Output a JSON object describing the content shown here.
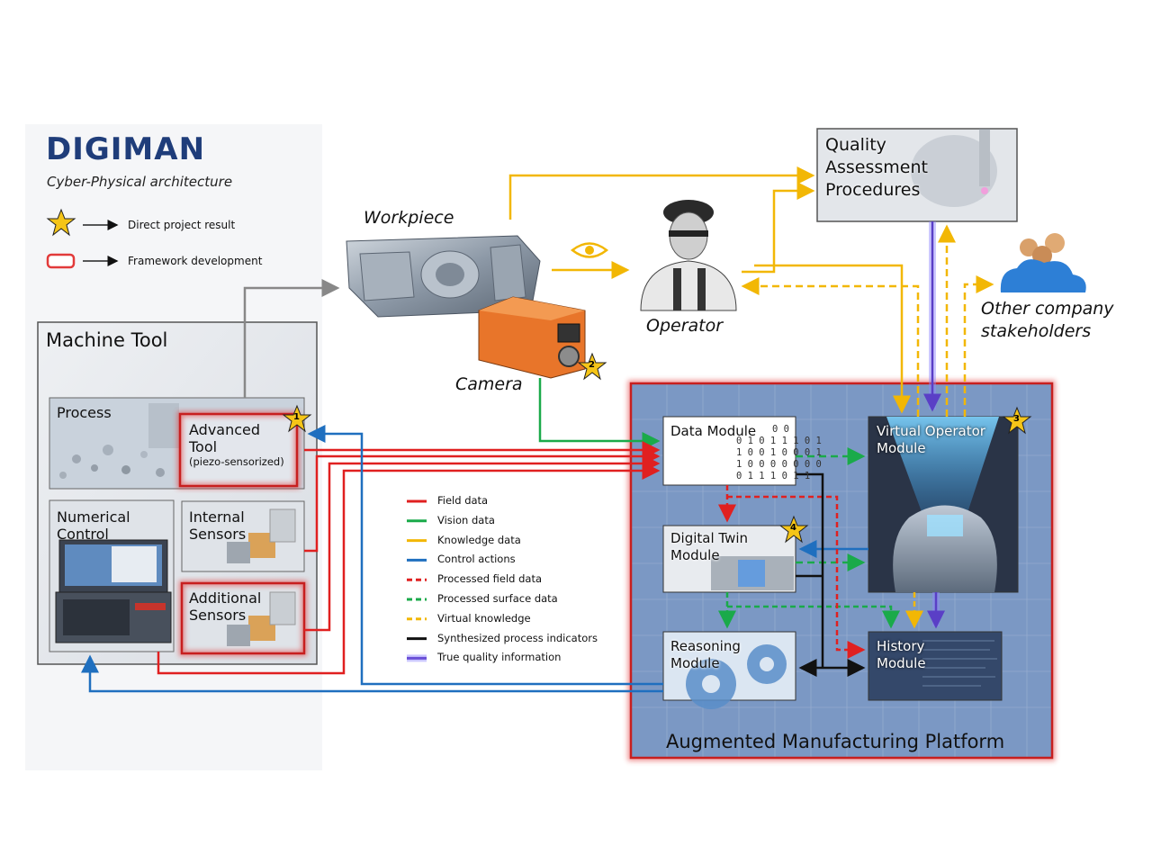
{
  "header": {
    "logo": "DIGIMAN",
    "subtitle": "Cyber-Physical architecture"
  },
  "key": {
    "star_label": "Direct project result",
    "frame_label": "Framework development"
  },
  "machine_tool": {
    "title": "Machine Tool",
    "process": "Process",
    "advanced_tool_line1": "Advanced",
    "advanced_tool_line2": "Tool",
    "advanced_tool_note": "(piezo-sensorized)",
    "numerical_line1": "Numerical",
    "numerical_line2": "Control",
    "internal_line1": "Internal",
    "internal_line2": "Sensors",
    "additional_line1": "Additional",
    "additional_line2": "Sensors"
  },
  "workpiece": "Workpiece",
  "camera": "Camera",
  "operator": "Operator",
  "quality": {
    "line1": "Quality",
    "line2": "Assessment",
    "line3": "Procedures"
  },
  "stakeholders": {
    "line1": "Other company",
    "line2": "stakeholders"
  },
  "platform": {
    "title": "Augmented Manufacturing Platform",
    "data_module": "Data Module",
    "virtual_line1": "Virtual Operator",
    "virtual_line2": "Module",
    "twin_line1": "Digital Twin",
    "twin_line2": "Module",
    "reasoning_line1": "Reasoning",
    "reasoning_line2": "Module",
    "history_line1": "History",
    "history_line2": "Module",
    "binary": [
      "0 0",
      "0 1 0 1 1 1 0 1",
      "1 0 0 1 0 0 0 1",
      "1 0 0 0 0 0 0 0",
      "0 1 1 1 0 1 1"
    ]
  },
  "badges": [
    "1",
    "2",
    "3",
    "4"
  ],
  "line_legend": [
    {
      "label": "Field data",
      "color": "#e02020",
      "style": "solid"
    },
    {
      "label": "Vision data",
      "color": "#1aaa4a",
      "style": "solid"
    },
    {
      "label": "Knowledge data",
      "color": "#f2b705",
      "style": "solid"
    },
    {
      "label": "Control actions",
      "color": "#1f6fbf",
      "style": "solid"
    },
    {
      "label": "Processed field data",
      "color": "#e02020",
      "style": "dashed"
    },
    {
      "label": "Processed surface data",
      "color": "#1aaa4a",
      "style": "dashed"
    },
    {
      "label": "Virtual knowledge",
      "color": "#f2b705",
      "style": "dashed"
    },
    {
      "label": "Synthesized process indicators",
      "color": "#111111",
      "style": "solid"
    },
    {
      "label": "True quality information",
      "color": "#6a4fd6",
      "style": "glow"
    }
  ],
  "icons": {
    "eye": "eye-icon",
    "star": "star-icon",
    "people": "people-cloud-icon"
  }
}
